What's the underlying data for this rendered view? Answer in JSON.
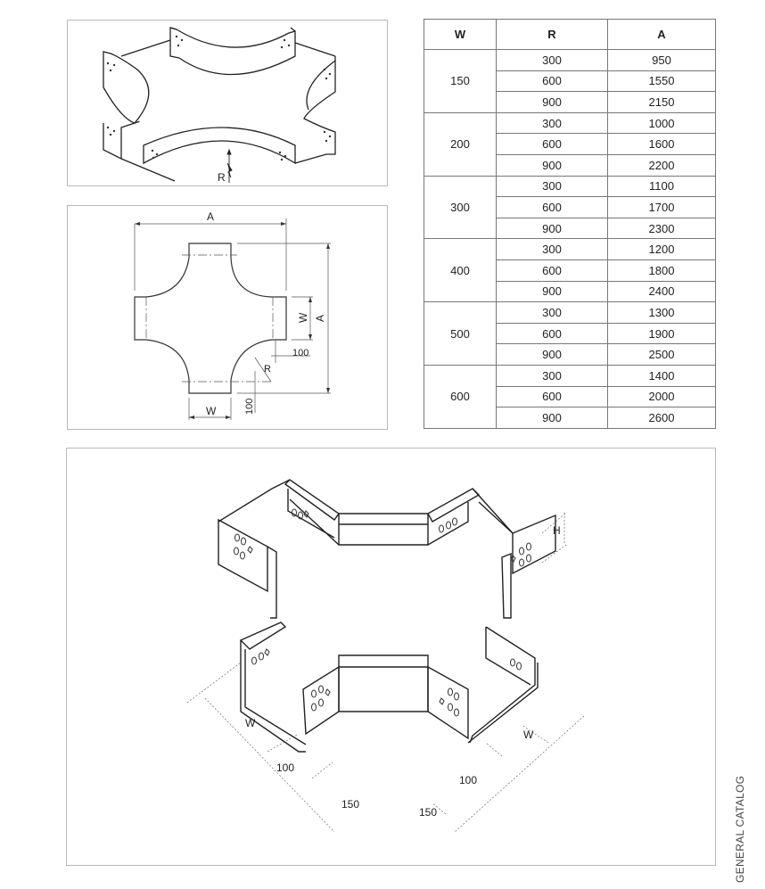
{
  "diagram_iso_top": {
    "label_r": "R"
  },
  "diagram_plan": {
    "label_a_top": "A",
    "label_a_right": "A",
    "label_w_right": "W",
    "label_w_bottom": "W",
    "label_r": "R",
    "label_100_right": "100",
    "label_100_bottom": "100"
  },
  "table": {
    "headers": [
      "W",
      "R",
      "A"
    ],
    "groups": [
      {
        "w": "150",
        "rows": [
          [
            "300",
            "950"
          ],
          [
            "600",
            "1550"
          ],
          [
            "900",
            "2150"
          ]
        ]
      },
      {
        "w": "200",
        "rows": [
          [
            "300",
            "1000"
          ],
          [
            "600",
            "1600"
          ],
          [
            "900",
            "2200"
          ]
        ]
      },
      {
        "w": "300",
        "rows": [
          [
            "300",
            "1100"
          ],
          [
            "600",
            "1700"
          ],
          [
            "900",
            "2300"
          ]
        ]
      },
      {
        "w": "400",
        "rows": [
          [
            "300",
            "1200"
          ],
          [
            "600",
            "1800"
          ],
          [
            "900",
            "2400"
          ]
        ]
      },
      {
        "w": "500",
        "rows": [
          [
            "300",
            "1300"
          ],
          [
            "600",
            "1900"
          ],
          [
            "900",
            "2500"
          ]
        ]
      },
      {
        "w": "600",
        "rows": [
          [
            "300",
            "1400"
          ],
          [
            "600",
            "2000"
          ],
          [
            "900",
            "2600"
          ]
        ]
      }
    ]
  },
  "diagram_iso_bottom": {
    "label_h": "H",
    "label_w_left": "W",
    "label_w_right": "W",
    "label_100_left": "100",
    "label_100_right": "100",
    "label_150_left": "150",
    "label_150_right": "150"
  },
  "side_label": "GENERAL CATALOG"
}
